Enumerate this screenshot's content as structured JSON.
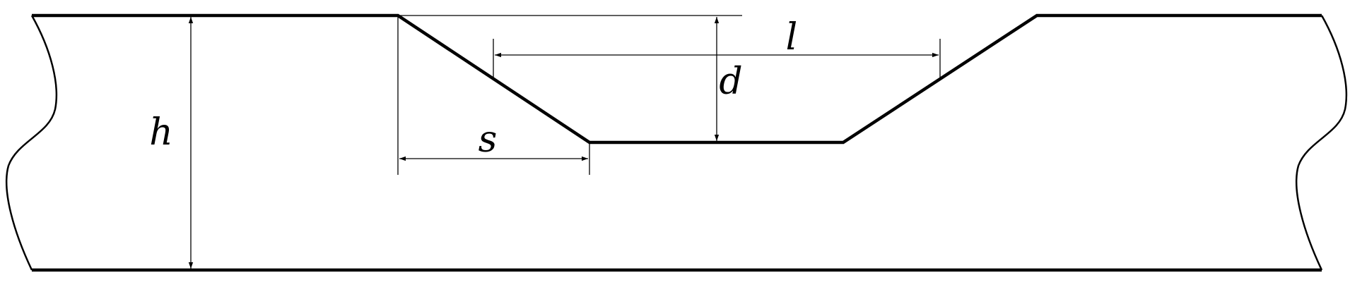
{
  "labels": {
    "h": "h",
    "d": "d",
    "s": "s",
    "l": "l"
  },
  "colors": {
    "stroke": "#000000",
    "background": "#ffffff"
  }
}
